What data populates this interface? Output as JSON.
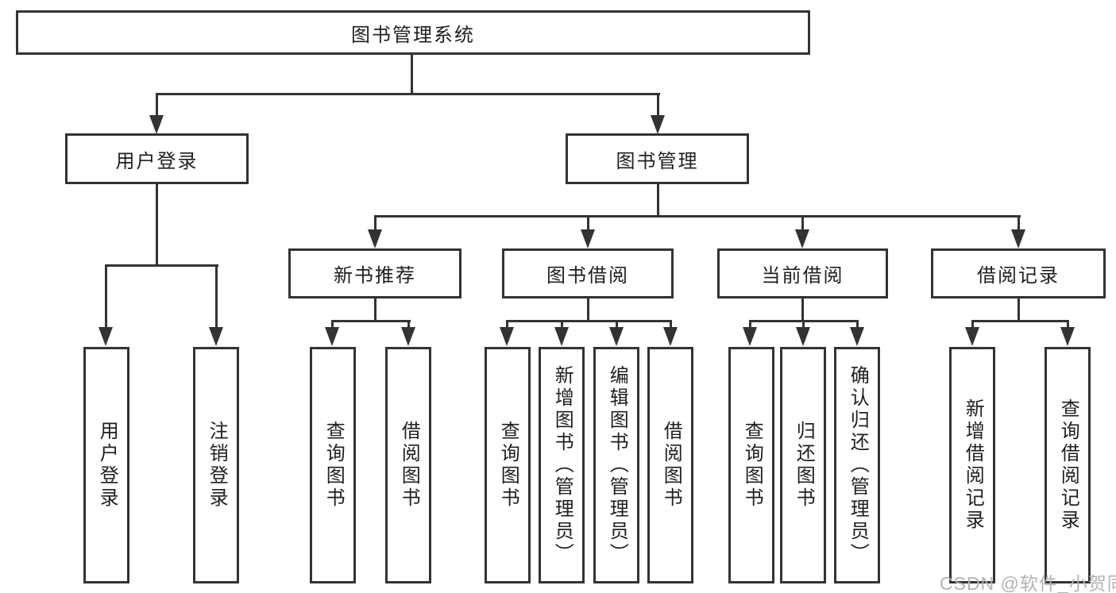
{
  "tree": {
    "root": {
      "label": "图书管理系统"
    },
    "user_login": {
      "label": "用户登录",
      "children": {
        "login": "用户登录",
        "logout": "注销登录"
      }
    },
    "book_management": {
      "label": "图书管理",
      "sections": {
        "new_book": {
          "label": "新书推荐",
          "children": {
            "query": "查询图书",
            "borrow": "借阅图书"
          }
        },
        "book_borrow": {
          "label": "图书借阅",
          "children": {
            "query": "查询图书",
            "add": "新增图书（管理员）",
            "edit": "编辑图书（管理员）",
            "borrow": "借阅图书"
          }
        },
        "current_borrow": {
          "label": "当前借阅",
          "children": {
            "query": "查询图书",
            "return": "归还图书",
            "confirm": "确认归还（管理员）"
          }
        },
        "borrow_records": {
          "label": "借阅记录",
          "children": {
            "add": "新增借阅记录",
            "query": "查询借阅记录"
          }
        }
      }
    }
  },
  "watermark": {
    "text": "CSDN @软件_小贺同学"
  },
  "colors": {
    "line": "#333333",
    "text": "#1f1f1f",
    "watermark": "#b3b3b3",
    "background": "#ffffff"
  }
}
